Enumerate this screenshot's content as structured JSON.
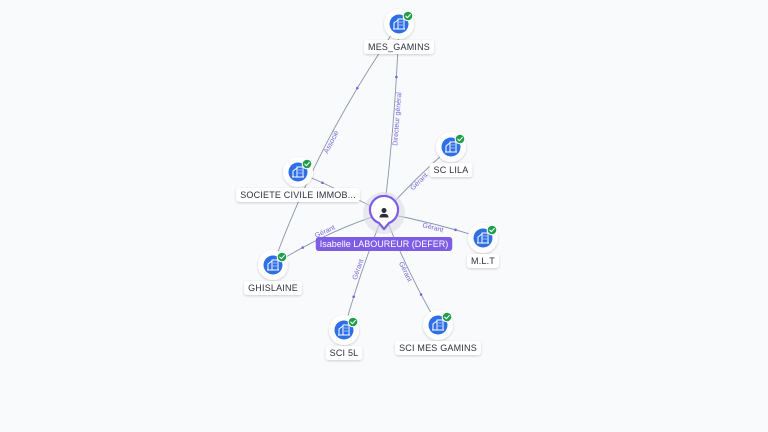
{
  "center": {
    "label": "Isabelle LABOUREUR (DEFER)",
    "icon": "person-icon",
    "color": "#7d5ce6"
  },
  "companies": [
    {
      "id": "mes-gamins",
      "label": "MES_GAMINS",
      "icon": "building-icon",
      "verified": true
    },
    {
      "id": "sc-lila",
      "label": "SC LILA",
      "icon": "building-icon",
      "verified": true
    },
    {
      "id": "societe-civile",
      "label": "SOCIETE CIVILE IMMOB...",
      "icon": "building-icon",
      "verified": true
    },
    {
      "id": "mlt",
      "label": "M.L.T",
      "icon": "building-icon",
      "verified": true
    },
    {
      "id": "ghislaine",
      "label": "GHISLAINE",
      "icon": "building-icon",
      "verified": true
    },
    {
      "id": "sci-5l",
      "label": "SCI 5L",
      "icon": "building-icon",
      "verified": true
    },
    {
      "id": "sci-mes-gamins",
      "label": "SCI MES GAMINS",
      "icon": "building-icon",
      "verified": true
    }
  ],
  "edges": [
    {
      "from": "center",
      "to": "mes-gamins",
      "label": "Directeur général"
    },
    {
      "from": "center",
      "to": "sc-lila",
      "label": "Gérant"
    },
    {
      "from": "center",
      "to": "mlt",
      "label": "Gérant"
    },
    {
      "from": "center",
      "to": "sci-mes-gamins",
      "label": "Gérant"
    },
    {
      "from": "center",
      "to": "sci-5l",
      "label": "Gérant"
    },
    {
      "from": "center",
      "to": "ghislaine",
      "label": "Gérant"
    },
    {
      "from": "center",
      "to": "societe-civile",
      "label": ""
    },
    {
      "from": "ghislaine",
      "to": "mes-gamins",
      "label": "Associé"
    }
  ],
  "colors": {
    "node_blue": "#2f6fe6",
    "verified_green": "#1e9e4a",
    "edge": "#8a93a8",
    "edge_label": "#7466e0",
    "center_purple": "#7d5ce6"
  }
}
